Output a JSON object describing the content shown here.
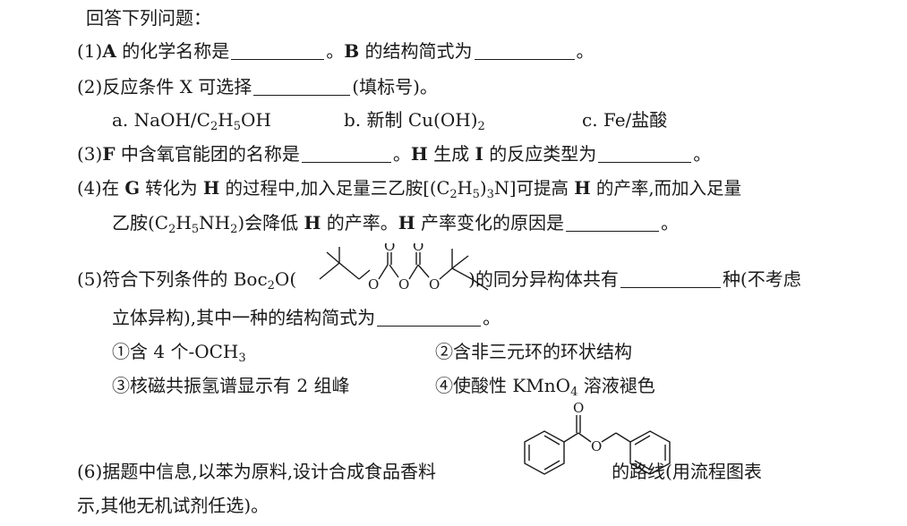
{
  "header": "回答下列问题：",
  "q1": {
    "num": "(1)",
    "a_bold": "A",
    "t1": " 的化学名称是",
    "t2": "。",
    "b_bold": "B",
    "t3": " 的结构简式为",
    "t4": "。"
  },
  "q2": {
    "num": "(2)",
    "t1": "反应条件 X 可选择",
    "t2": "(填标号)。",
    "opt_a_pre": "a. NaOH/C",
    "opt_a_s1": "2",
    "opt_a_mid": "H",
    "opt_a_s2": "5",
    "opt_a_post": "OH",
    "opt_b_pre": "b. 新制 Cu(OH)",
    "opt_b_s1": "2",
    "opt_c": "c. Fe/盐酸"
  },
  "q3": {
    "num": "(3)",
    "f_bold": "F",
    "t1": " 中含氧官能团的名称是",
    "t2": "。",
    "h_bold": "H",
    "t3": " 生成 ",
    "i_bold": "I",
    "t4": " 的反应类型为",
    "t5": "。"
  },
  "q4": {
    "num": "(4)",
    "t1": "在 ",
    "g_bold": "G",
    "t2": " 转化为 ",
    "h_bold": "H",
    "t3": " 的过程中,加入足量三乙胺[(C",
    "s1": "2",
    "t3b": "H",
    "s2": "5",
    "t3c": ")",
    "s3": "3",
    "t4": "N]可提高 ",
    "h2_bold": "H",
    "t5": " 的产率,而加入足量",
    "l2_t1": "乙胺(C",
    "l2_s1": "2",
    "l2_t2": "H",
    "l2_s2": "5",
    "l2_t3": "NH",
    "l2_s3": "2",
    "l2_t4": ")会降低 ",
    "l2_h_bold": "H",
    "l2_t5": " 的产率。",
    "l2_h2_bold": "H",
    "l2_t6": " 产率变化的原因是",
    "l2_t7": "。"
  },
  "q5": {
    "num": "(5)",
    "t1": "符合下列条件的 Boc",
    "s1": "2",
    "t2": "O(",
    "t3": ")的同分异构体共有",
    "t4": "种(不考虑",
    "l2": "立体异构),其中一种的结构简式为",
    "l2_end": "。",
    "c1_pre": "①含 4 个-OCH",
    "c1_sub": "3",
    "c2": "②含非三元环的环状结构",
    "c3": "③核磁共振氢谱显示有 2 组峰",
    "c4_pre": "④使酸性 KMnO",
    "c4_sub": "4",
    "c4_post": " 溶液褪色",
    "atom_o": "O"
  },
  "q6": {
    "num": "(6)",
    "t1": "据题中信息,以苯为原料,设计合成食品香料",
    "t2": "的路线(用流程图表",
    "l2": "示,其他无机试剂任选)。",
    "atom_o": "O"
  }
}
